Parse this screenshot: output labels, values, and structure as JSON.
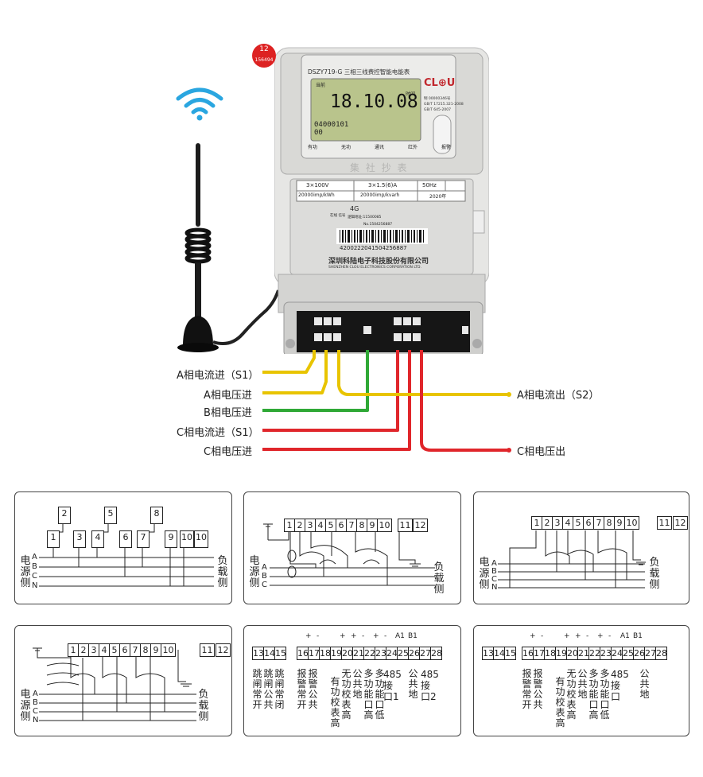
{
  "meter": {
    "model": "DSZY719-G 三相三线费控智能电能表",
    "lcd_top_left": "当前",
    "lcd_top_right": "时间",
    "lcd_main": "18.10.08",
    "lcd_sub1": "04000101",
    "lcd_sub2": "00",
    "logo": "CL⊕U",
    "cert_lines": [
      "制 00000346号",
      "GB/T 17215.321-2008",
      "GB/T 645-2007"
    ],
    "indicators": [
      "有功",
      "无功",
      "通讯",
      "红外",
      "报警"
    ],
    "spec_row1": [
      "3×100V",
      "3×1.5(6)A",
      "50Hz"
    ],
    "spec_row2": [
      "20000imp/kWh",
      "20000imp/kvarh",
      "2020年"
    ],
    "net_label": "4G",
    "status_labels": [
      "在线",
      "信号"
    ],
    "address": "逻辑地址:11500085",
    "barcode_small": "No.1504256887",
    "barcode_number": "4200222041504256887",
    "company_cn": "深圳科陆电子科技股份有限公司",
    "company_en": "SHENZHEN CLOU ELECTRONICS CORPORATION LTD.",
    "seal_text": "12",
    "seal_sub": "156494",
    "watermark": "集 社 抄 表"
  },
  "wires": {
    "left": [
      "A相电流进（S1）",
      "A相电压进",
      "B相电压进",
      "C相电流进（S1）",
      "C相电压进"
    ],
    "right": [
      "A相电流出（S2）",
      "C相电压出"
    ],
    "colors": {
      "yellow": "#e8c400",
      "green": "#2fa836",
      "red": "#e0262b"
    }
  },
  "diagrams": {
    "d1": {
      "upper": [
        "2",
        "5",
        "8"
      ],
      "lower": [
        "1",
        "3",
        "4",
        "6",
        "7",
        "9",
        "10",
        "10"
      ],
      "source": [
        "电",
        "源",
        "侧"
      ],
      "load": [
        "负",
        "载",
        "侧"
      ],
      "phases": [
        "A",
        "B",
        "C",
        "N"
      ]
    },
    "d2": {
      "terms": [
        "1",
        "2",
        "3",
        "4",
        "5",
        "6",
        "7",
        "8",
        "9",
        "10"
      ],
      "extra": [
        "11",
        "12"
      ],
      "source": [
        "电",
        "源",
        "侧"
      ],
      "load": [
        "负",
        "载",
        "侧"
      ],
      "phases": [
        "A",
        "B",
        "C"
      ]
    },
    "d3": {
      "terms": [
        "1",
        "2",
        "3",
        "4",
        "5",
        "6",
        "7",
        "8",
        "9",
        "10"
      ],
      "extra": [
        "11",
        "12"
      ],
      "source": [
        "电",
        "源",
        "侧"
      ],
      "load": [
        "负",
        "载",
        "侧"
      ],
      "phases": [
        "A",
        "B",
        "C",
        "N"
      ]
    },
    "d4": {
      "terms": [
        "1",
        "2",
        "3",
        "4",
        "5",
        "6",
        "7",
        "8",
        "9",
        "10"
      ],
      "extra": [
        "11",
        "12"
      ],
      "source": [
        "电",
        "源",
        "侧"
      ],
      "load": [
        "负",
        "载",
        "侧"
      ],
      "phases": [
        "A",
        "B",
        "C",
        "N"
      ]
    },
    "d5": {
      "marks": [
        "+",
        "-",
        "+",
        "+",
        "-",
        "+",
        "-",
        "A1",
        "B1"
      ],
      "terms": [
        "13",
        "14",
        "15",
        "16",
        "17",
        "18",
        "19",
        "20",
        "21",
        "22",
        "23",
        "24",
        "25",
        "26",
        "27",
        "28"
      ],
      "cols": [
        [
          "跳",
          "闸",
          "常",
          "开"
        ],
        [
          "跳",
          "闸",
          "公",
          "共"
        ],
        [
          "跳",
          "闸",
          "常",
          "闭"
        ],
        [
          "报",
          "警",
          "常",
          "开"
        ],
        [
          "报",
          "警",
          "公",
          "共"
        ],
        [
          "有",
          "功",
          "校",
          "表",
          "高"
        ],
        [
          "无",
          "功",
          "校",
          "表",
          "高"
        ],
        [
          "公",
          "共",
          "地"
        ],
        [
          "多",
          "功",
          "能",
          "口",
          "高"
        ],
        [
          "多",
          "功",
          "能",
          "口",
          "低"
        ]
      ],
      "r485a": "485",
      "r485a2": "接口1",
      "gnd": [
        "公",
        "共",
        "地"
      ],
      "r485b": "485",
      "r485b2": "接口2"
    },
    "d6": {
      "marks": [
        "+",
        "-",
        "+",
        "+",
        "-",
        "+",
        "-",
        "A1",
        "B1"
      ],
      "terms": [
        "13",
        "14",
        "15",
        "16",
        "17",
        "18",
        "19",
        "20",
        "21",
        "22",
        "23",
        "24",
        "25",
        "26",
        "27",
        "28"
      ],
      "cols": [
        [
          "报",
          "警",
          "常",
          "开"
        ],
        [
          "报",
          "警",
          "公",
          "共"
        ],
        [
          "有",
          "功",
          "校",
          "表",
          "高"
        ],
        [
          "无",
          "功",
          "校",
          "表",
          "高"
        ],
        [
          "公",
          "共",
          "地"
        ],
        [
          "多",
          "功",
          "能",
          "口",
          "高"
        ],
        [
          "多",
          "功",
          "能",
          "口",
          "低"
        ]
      ],
      "r485": "485",
      "r485b": "接口",
      "gnd": [
        "公",
        "共",
        "地"
      ]
    }
  }
}
